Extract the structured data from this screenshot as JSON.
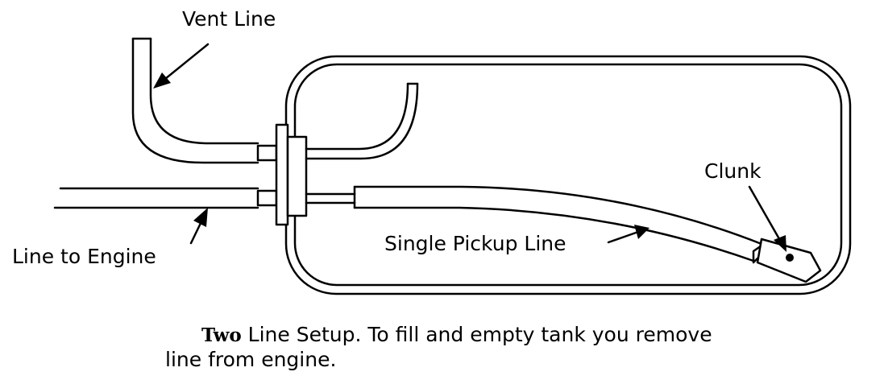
{
  "labels": {
    "vent_line": "Vent Line",
    "line_to_engine": "Line to Engine",
    "clunk": "Clunk",
    "single_pickup_line": "Single Pickup Line"
  },
  "caption": {
    "lead": "Two",
    "line1_rest": " Line Setup. To fill and empty tank you remove",
    "line2": "line from engine."
  }
}
